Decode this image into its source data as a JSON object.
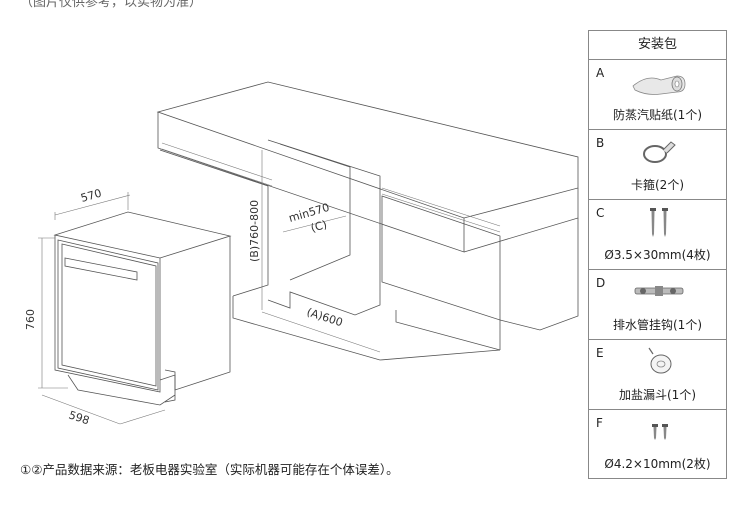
{
  "top_text": "（图片仅供参考，以实物为准）",
  "dimensions": {
    "depth": "570",
    "height": "760",
    "width": "598",
    "cabinet_height": "(B)760-800",
    "cabinet_depth": "min570\n(C)",
    "cabinet_depth_a": "min570",
    "cabinet_depth_c": "(C)",
    "cabinet_width": "(A)600"
  },
  "kit": {
    "title": "安装包",
    "items": [
      {
        "letter": "A",
        "label": "防蒸汽贴纸(1个)",
        "icon": "sticker-roll-icon"
      },
      {
        "letter": "B",
        "label": "卡箍(2个)",
        "icon": "clamp-icon"
      },
      {
        "letter": "C",
        "label": "Ø3.5×30mm(4枚)",
        "icon": "screw-icon"
      },
      {
        "letter": "D",
        "label": "排水管挂钩(1个)",
        "icon": "drain-hook-icon"
      },
      {
        "letter": "E",
        "label": "加盐漏斗(1个)",
        "icon": "funnel-icon"
      },
      {
        "letter": "F",
        "label": "Ø4.2×10mm(2枚)",
        "icon": "short-screw-icon"
      }
    ]
  },
  "footnote": "①②产品数据来源：老板电器实验室（实际机器可能存在个体误差）。"
}
